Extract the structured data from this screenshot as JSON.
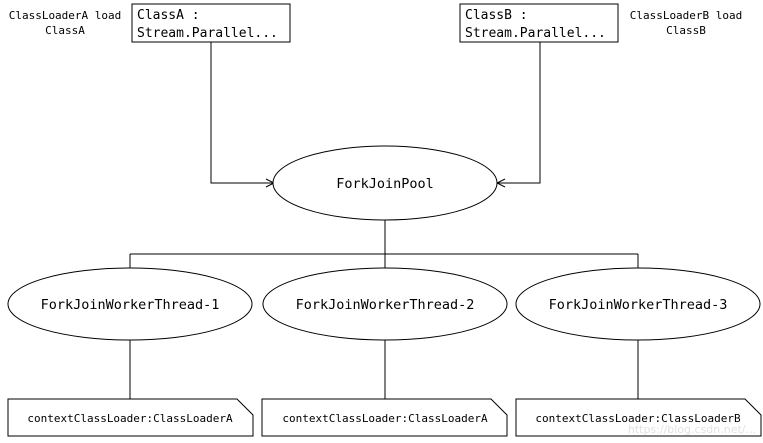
{
  "captions": {
    "left": [
      "ClassLoaderA load",
      "ClassA"
    ],
    "right": [
      "ClassLoaderB load",
      "ClassB"
    ]
  },
  "boxes": {
    "class_a": [
      "ClassA :",
      "Stream.Parallel..."
    ],
    "class_b": [
      "ClassB :",
      "Stream.Parallel..."
    ]
  },
  "pool": "ForkJoinPool",
  "threads": [
    "ForkJoinWorkerThread-1",
    "ForkJoinWorkerThread-2",
    "ForkJoinWorkerThread-3"
  ],
  "notes": [
    "contextClassLoader:ClassLoaderA",
    "contextClassLoader:ClassLoaderA",
    "contextClassLoader:ClassLoaderB"
  ],
  "watermark": "https://blog.csdn.net/...",
  "colors": {
    "line": "#000000",
    "background": "#ffffff"
  }
}
